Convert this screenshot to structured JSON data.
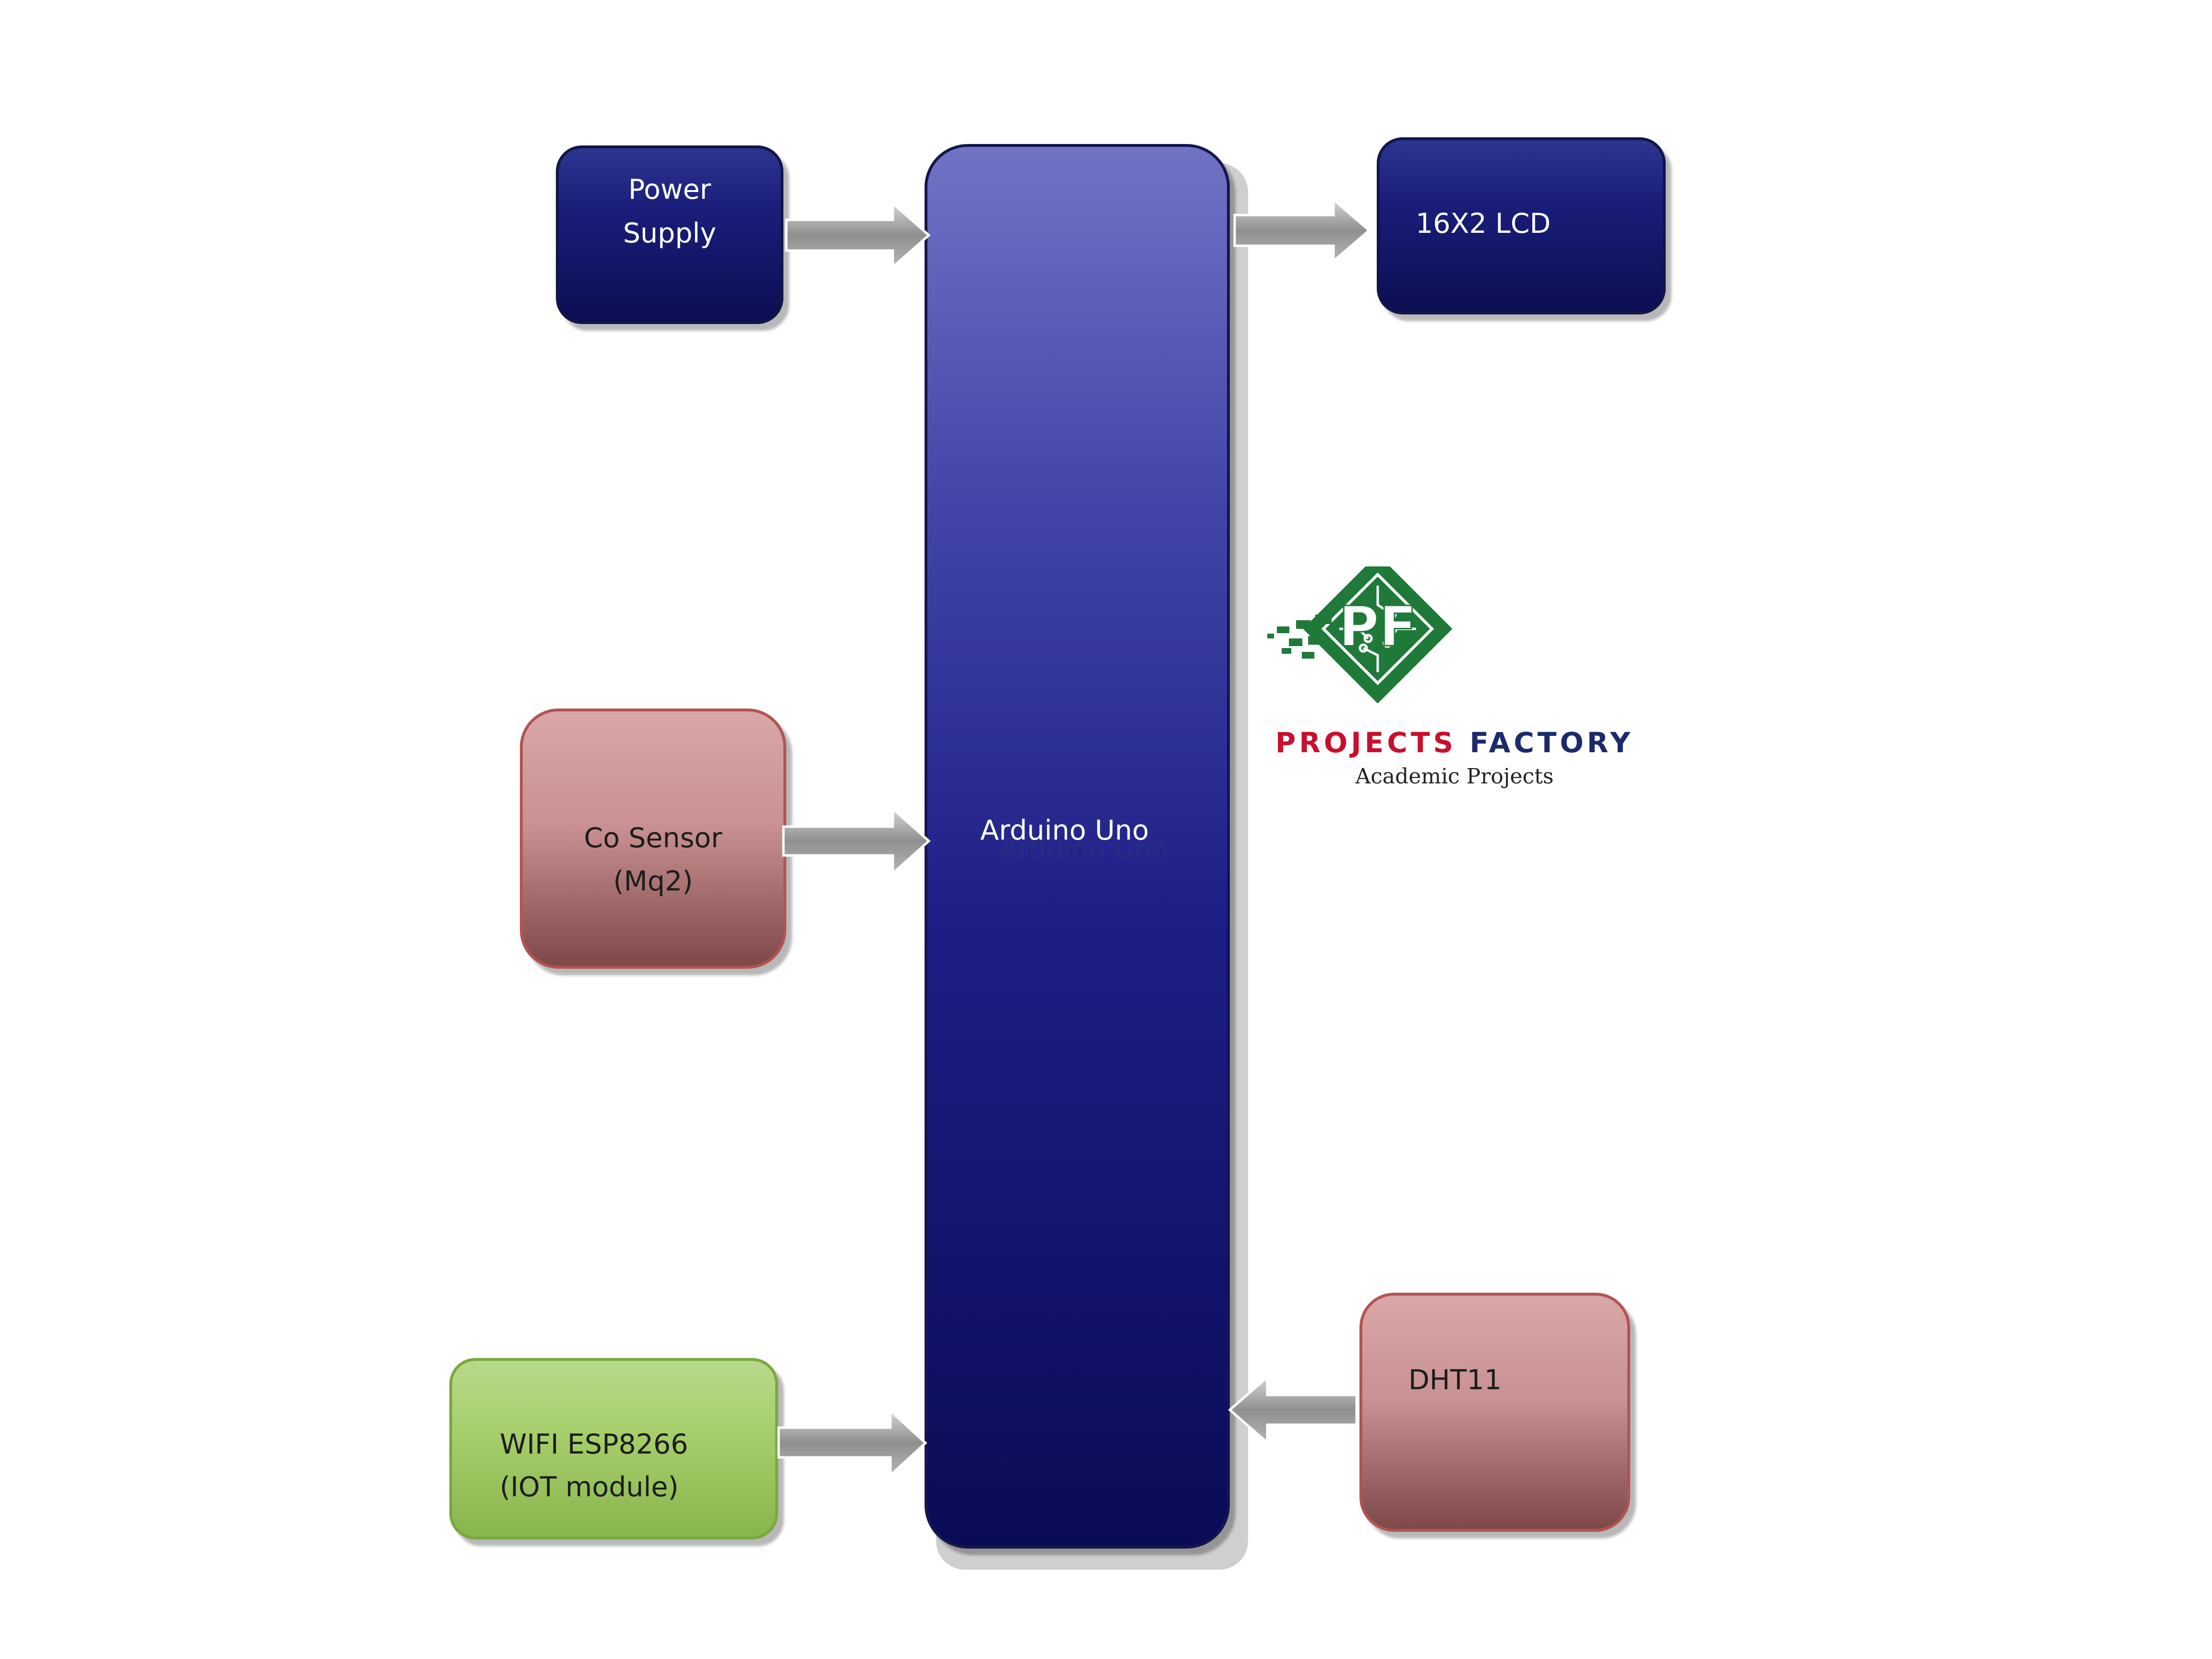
{
  "blocks": {
    "power_supply": {
      "line1": "Power",
      "line2": "Supply"
    },
    "lcd": {
      "label": "16X2  LCD"
    },
    "arduino": {
      "label": "Arduino  Uno",
      "shadow_label": "Arduino  Uno"
    },
    "co_sensor": {
      "line1": "Co Sensor",
      "line2": "(Mq2)"
    },
    "wifi": {
      "line1": "WIFI ESP8266",
      "line2": "(IOT module)"
    },
    "dht11": {
      "label": "DHT11"
    }
  },
  "logo": {
    "monogram": "PF",
    "name_part1": "PROJECTS",
    "name_part2": "FACTORY",
    "tagline": "Academic Projects",
    "colors": {
      "red": "#c8102e",
      "navy": "#1b2a6b",
      "green": "#1f7a3a"
    }
  },
  "colors": {
    "navy_block": "#1a1e7a",
    "rose_block": "#c99191",
    "green_block": "#a7cf6c",
    "arrow": "#8f8f8f"
  }
}
